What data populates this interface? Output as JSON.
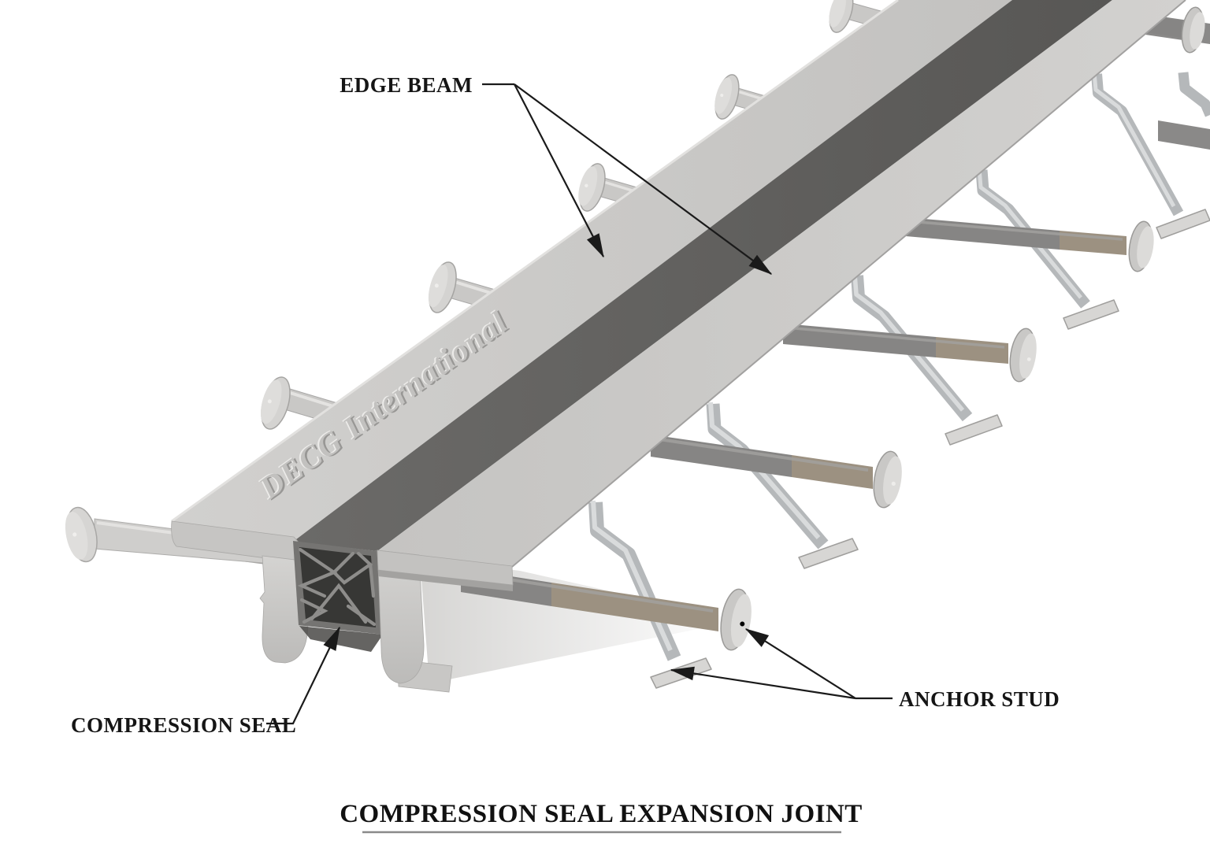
{
  "figure_title": "COMPRESSION SEAL EXPANSION JOINT",
  "branding_embossed": "DECG International",
  "callout_labels": {
    "edge_beam": "EDGE BEAM",
    "compression_seal": "COMPRESSION SEAL",
    "anchor_stud": "ANCHOR STUD"
  },
  "colors": {
    "background": "#ffffff",
    "beam_top_surface": "#c9c8c6",
    "seal_gap_strip": "#61605e",
    "seal_section_body": "#373735",
    "seal_section_web": "#8e8d8b",
    "stud_shaft_gray": "#8a8988",
    "stud_tip_tan": "#9c9181",
    "stud_head": "#d6d5d3",
    "anchor_strap": "#b5b8ba",
    "label_text": "#151515",
    "leader_line": "#1a1a1a"
  }
}
